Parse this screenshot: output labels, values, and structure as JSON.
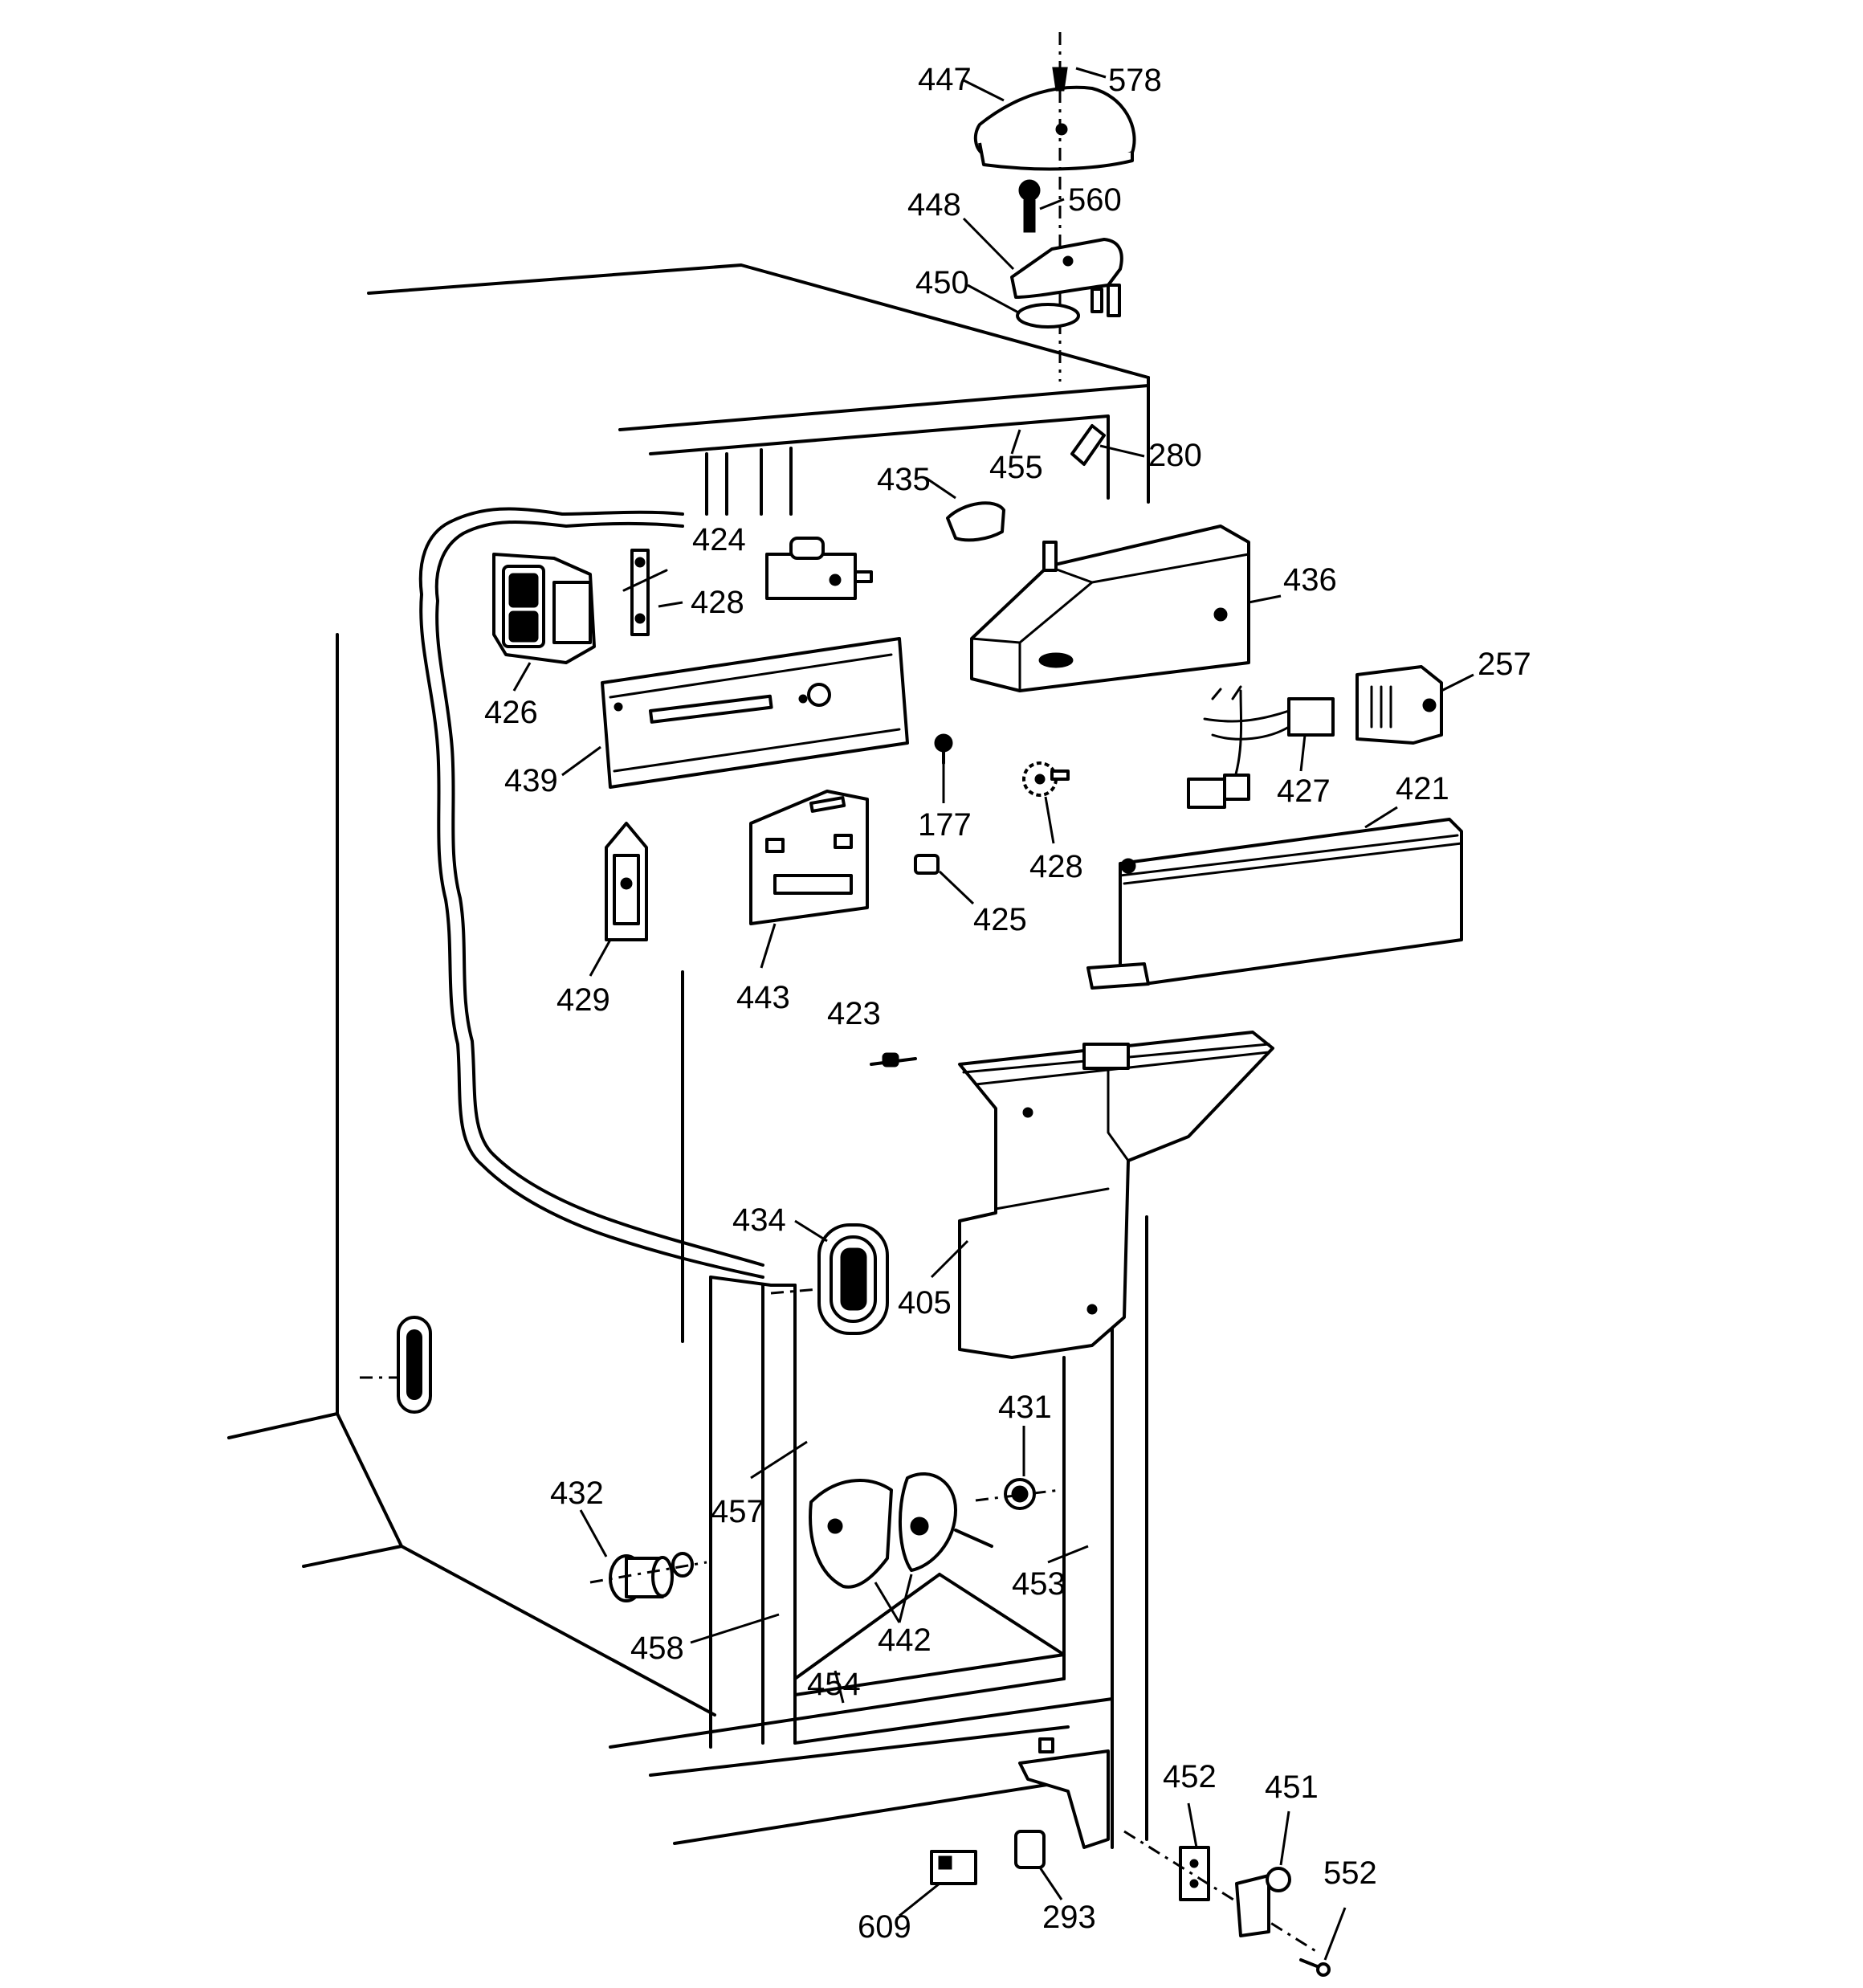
{
  "callouts": {
    "p447": "447",
    "p578": "578",
    "p560": "560",
    "p448": "448",
    "p450": "450",
    "p280": "280",
    "p455": "455",
    "p435": "435",
    "p424": "424",
    "p428a": "428",
    "p436": "436",
    "p426": "426",
    "p257": "257",
    "p439": "439",
    "p177": "177",
    "p427": "427",
    "p421": "421",
    "p428b": "428",
    "p425": "425",
    "p429": "429",
    "p443": "443",
    "p423": "423",
    "p434": "434",
    "p405": "405",
    "p431": "431",
    "p432": "432",
    "p457": "457",
    "p453": "453",
    "p442": "442",
    "p458": "458",
    "p454": "454",
    "p452": "452",
    "p451": "451",
    "p552": "552",
    "p609": "609",
    "p293": "293"
  }
}
